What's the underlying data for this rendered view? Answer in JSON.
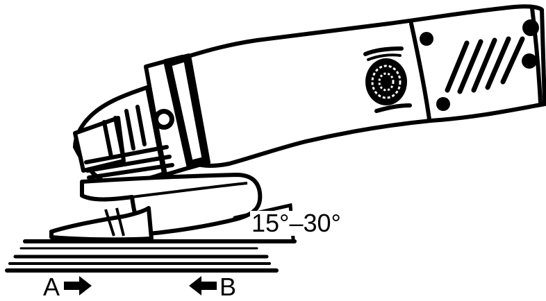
{
  "angle_label": "15°–30°",
  "direction_a": {
    "label": "A",
    "arrow": "right-arrow"
  },
  "direction_b": {
    "label": "B",
    "arrow": "left-arrow"
  },
  "colors": {
    "ink": "#000000",
    "paper": "#ffffff"
  }
}
